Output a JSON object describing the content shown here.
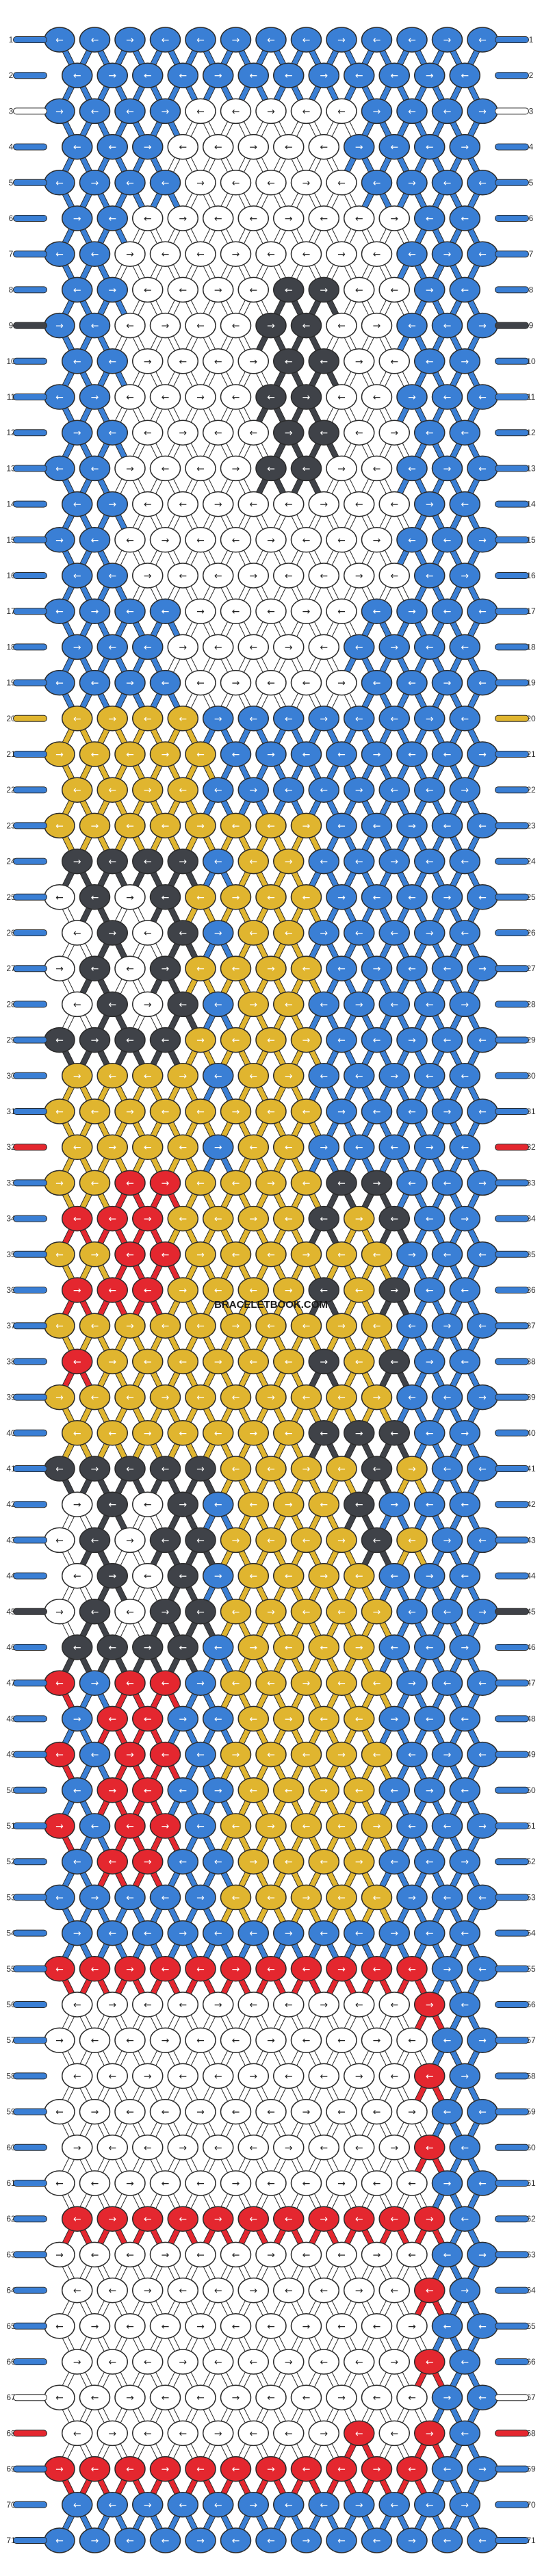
{
  "title": "",
  "watermark": "BRACELETBOOK.COM",
  "colors": {
    "blue": "#3a7fd5",
    "white": "#ffffff",
    "dark": "#3f4248",
    "yellow": "#e0b52f",
    "red": "#e4272f",
    "outline": "#2b2b2b",
    "thread_light": "#d9d9d9"
  },
  "strings_count": 14,
  "strings_left": [
    "blue",
    "blue",
    "white",
    "blue",
    "blue",
    "blue",
    "blue",
    "blue",
    "dark",
    "blue",
    "blue",
    "blue",
    "blue",
    "blue",
    "blue",
    "blue",
    "blue",
    "blue",
    "blue",
    "yellow",
    "blue",
    "blue",
    "blue",
    "blue",
    "blue",
    "blue",
    "blue",
    "blue",
    "blue",
    "blue",
    "blue",
    "red",
    "blue",
    "blue",
    "blue",
    "blue",
    "blue",
    "blue",
    "blue",
    "blue",
    "blue",
    "blue",
    "blue",
    "blue",
    "dark",
    "blue",
    "blue",
    "blue",
    "blue",
    "blue",
    "blue",
    "blue",
    "blue",
    "blue",
    "blue",
    "blue",
    "blue",
    "blue",
    "blue",
    "blue",
    "blue",
    "blue",
    "blue",
    "blue",
    "blue",
    "blue",
    "white",
    "red",
    "blue",
    "blue",
    "blue"
  ],
  "row_numbers": [
    "1",
    "2",
    "3",
    "4",
    "5",
    "6",
    "7",
    "8",
    "9",
    "10",
    "11",
    "12",
    "13",
    "14",
    "15",
    "16",
    "17",
    "18",
    "19",
    "20",
    "21",
    "22",
    "23",
    "24",
    "25",
    "26",
    "27",
    "28",
    "29",
    "30",
    "31",
    "32",
    "33",
    "34",
    "35",
    "36",
    "37",
    "38",
    "39",
    "40",
    "41",
    "42",
    "43",
    "44",
    "45",
    "46",
    "47",
    "48",
    "49",
    "50",
    "51",
    "52",
    "53",
    "54",
    "55",
    "56",
    "57",
    "58",
    "59",
    "60",
    "61",
    "62",
    "63",
    "64",
    "65",
    "66",
    "67",
    "68",
    "69",
    "70",
    "71"
  ],
  "knot_icons": {
    "right": "→",
    "left": "←",
    "right_back": "↘",
    "left_back": "↙"
  }
}
